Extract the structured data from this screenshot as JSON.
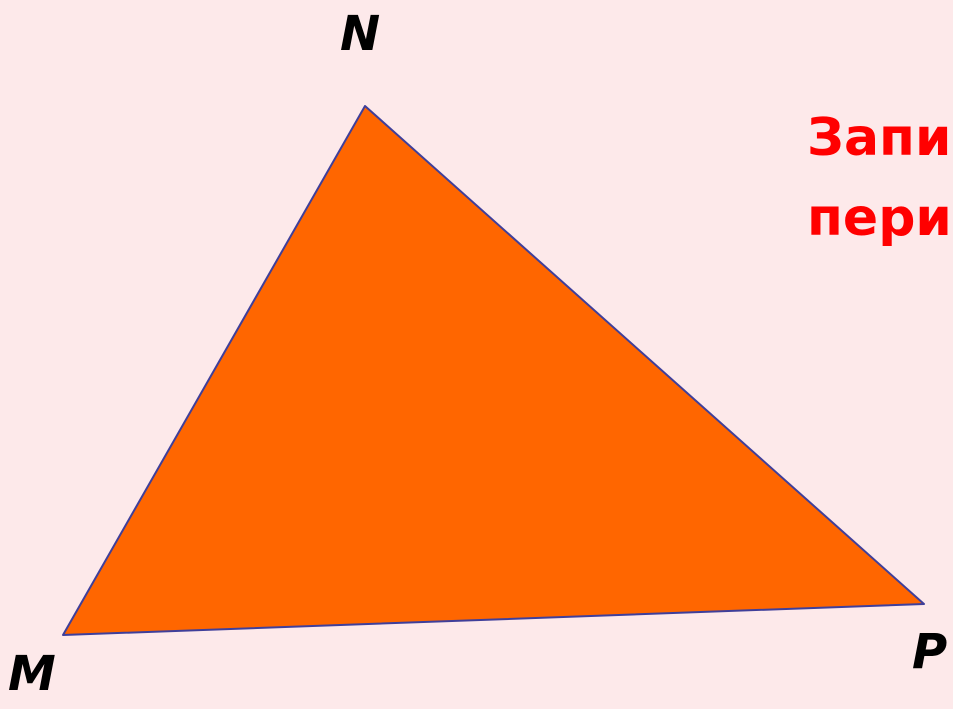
{
  "colors": {
    "background": "#fde9ea",
    "triangle_fill": "#ff6600",
    "triangle_stroke": "#3f3f9a",
    "label_color": "#000000",
    "task_text_color": "#ff0000"
  },
  "vertices": {
    "n": "N",
    "m": "M",
    "p": "P"
  },
  "task_text": {
    "line1": "Запи",
    "line2": "пери"
  }
}
